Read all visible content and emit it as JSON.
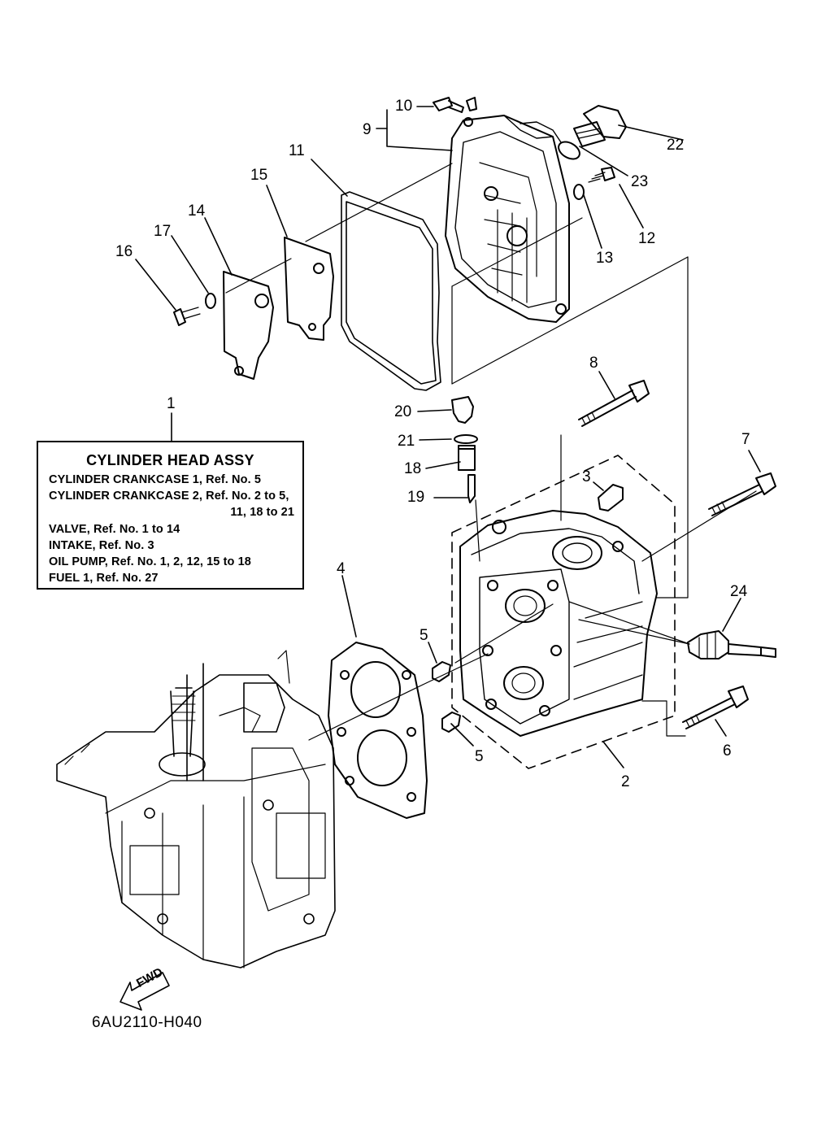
{
  "callouts": {
    "c1": "1",
    "c2": "2",
    "c3": "3",
    "c4": "4",
    "c5a": "5",
    "c5b": "5",
    "c6": "6",
    "c7": "7",
    "c8": "8",
    "c9": "9",
    "c10": "10",
    "c11": "11",
    "c12": "12",
    "c13": "13",
    "c14": "14",
    "c15": "15",
    "c16": "16",
    "c17": "17",
    "c18": "18",
    "c19": "19",
    "c20": "20",
    "c21": "21",
    "c22": "22",
    "c23": "23",
    "c24": "24"
  },
  "info_box": {
    "title": "CYLINDER HEAD ASSY",
    "lines": [
      "CYLINDER CRANKCASE 1,  Ref. No. 5",
      "CYLINDER CRANKCASE 2,  Ref. No. 2 to 5,",
      "11,  18 to 21",
      "VALVE,  Ref. No. 1 to 14",
      "INTAKE,  Ref. No. 3",
      "OIL PUMP,  Ref. No. 1, 2, 12, 15 to 18",
      "FUEL 1,  Ref. No. 27"
    ]
  },
  "fwd_label": "FWD",
  "doc_code": "6AU2110-H040",
  "colors": {
    "line": "#000000",
    "background": "#ffffff"
  }
}
